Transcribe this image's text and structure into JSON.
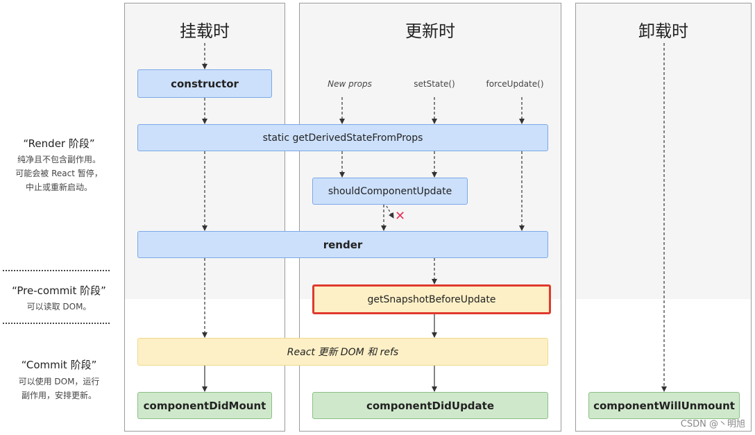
{
  "columns": {
    "mount": "挂载时",
    "update": "更新时",
    "unmount": "卸载时"
  },
  "triggers": {
    "new_props": "New props",
    "set_state": "setState()",
    "force_update": "forceUpdate()"
  },
  "nodes": {
    "constructor": "constructor",
    "get_derived_state": "static getDerivedStateFromProps",
    "should_update": "shouldComponentUpdate",
    "render": "render",
    "get_snapshot": "getSnapshotBeforeUpdate",
    "react_update_dom": "React 更新 DOM 和 refs",
    "did_mount": "componentDidMount",
    "did_update": "componentDidUpdate",
    "will_unmount": "componentWillUnmount"
  },
  "phases": {
    "render": {
      "title": "“Render 阶段”",
      "lines": [
        "纯净且不包含副作用。",
        "可能会被 React 暂停，",
        "中止或重新启动。"
      ]
    },
    "precommit": {
      "title": "“Pre-commit 阶段”",
      "lines": [
        "可以读取 DOM。"
      ]
    },
    "commit": {
      "title": "“Commit 阶段”",
      "lines": [
        "可以使用 DOM，运行",
        "副作用，安排更新。"
      ]
    }
  },
  "cancel_mark": "✕",
  "watermark": "CSDN @丶明旭",
  "colors": {
    "blue_fill": "#cce0fb",
    "yellow_fill": "#fdf0c6",
    "green_fill": "#cfe8cb",
    "highlight": "#e0392e",
    "cancel": "#e8345a"
  }
}
